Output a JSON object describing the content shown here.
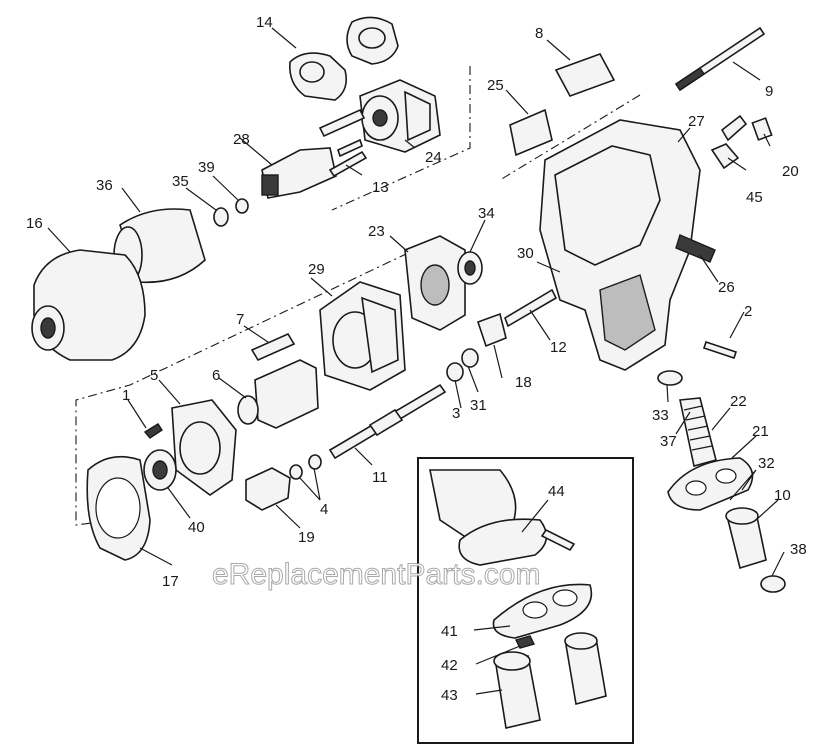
{
  "watermark": "eReplacementParts.com",
  "labels": {
    "p1": "1",
    "p2": "2",
    "p3": "3",
    "p4": "4",
    "p5": "5",
    "p6": "6",
    "p7": "7",
    "p8": "8",
    "p9": "9",
    "p10": "10",
    "p11": "11",
    "p12": "12",
    "p13": "13",
    "p14": "14",
    "p16": "16",
    "p17": "17",
    "p18": "18",
    "p19": "19",
    "p20": "20",
    "p21": "21",
    "p22": "22",
    "p23": "23",
    "p24": "24",
    "p25": "25",
    "p26": "26",
    "p27": "27",
    "p28": "28",
    "p29": "29",
    "p30": "30",
    "p31": "31",
    "p32": "32",
    "p33": "33",
    "p34": "34",
    "p35": "35",
    "p36": "36",
    "p37": "37",
    "p38": "38",
    "p39": "39",
    "p40": "40",
    "p41": "41",
    "p42": "42",
    "p43": "43",
    "p44": "44",
    "p45": "45"
  }
}
